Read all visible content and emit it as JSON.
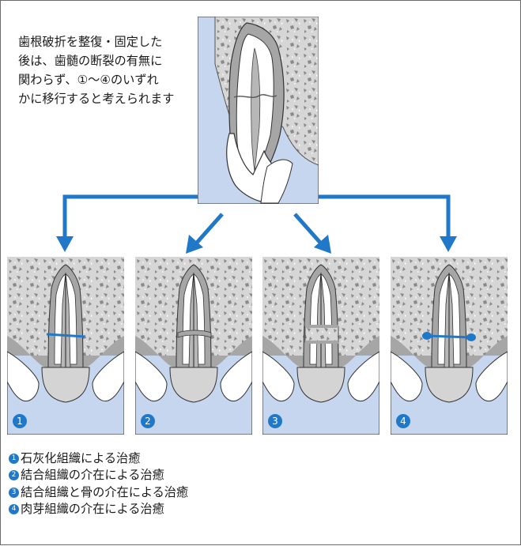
{
  "intro": {
    "lines": [
      "歯根破折を整復・固定した",
      "後は、歯髄の断裂の有無に",
      "関わらず、①〜④のいずれ",
      "かに移行すると考えられます"
    ]
  },
  "panels": [
    {
      "number": "1"
    },
    {
      "number": "2"
    },
    {
      "number": "3"
    },
    {
      "number": "4"
    }
  ],
  "legend": {
    "items": [
      {
        "number": "1",
        "text": "石灰化組織による治癒"
      },
      {
        "number": "2",
        "text": "結合組織の介在による治癒"
      },
      {
        "number": "3",
        "text": "結合組織と骨の介在による治癒"
      },
      {
        "number": "4",
        "text": "肉芽組織の介在による治癒"
      }
    ]
  },
  "colors": {
    "accent": "#1f78c8",
    "panel_bg": "#c6d6ee",
    "bone": "#d7d7d7",
    "gum": "#a9a9a9"
  }
}
